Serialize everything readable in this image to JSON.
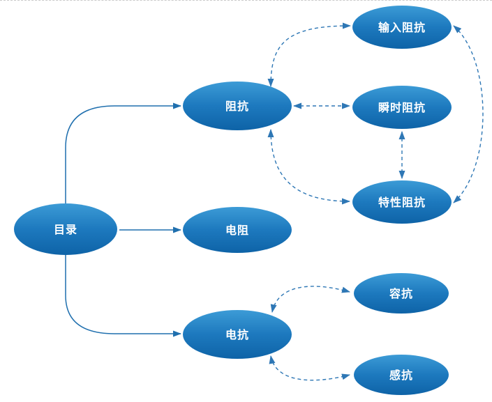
{
  "diagram": {
    "type": "mindmap",
    "nodes": [
      {
        "id": "catalog",
        "label": "目录"
      },
      {
        "id": "impedance",
        "label": "阻抗"
      },
      {
        "id": "resistance",
        "label": "电阻"
      },
      {
        "id": "reactance",
        "label": "电抗"
      },
      {
        "id": "input-impedance",
        "label": "输入阻抗"
      },
      {
        "id": "transient-impedance",
        "label": "瞬时阻抗"
      },
      {
        "id": "characteristic-impedance",
        "label": "特性阻抗"
      },
      {
        "id": "capacitive-reactance",
        "label": "容抗"
      },
      {
        "id": "inductive-reactance",
        "label": "感抗"
      }
    ],
    "edges": {
      "solid": [
        {
          "from": "目录",
          "to": "阻抗",
          "arrow": "single"
        },
        {
          "from": "目录",
          "to": "电阻",
          "arrow": "single"
        },
        {
          "from": "目录",
          "to": "电抗",
          "arrow": "single"
        }
      ],
      "dashed": [
        {
          "from": "阻抗",
          "to": "输入阻抗",
          "arrow": "double"
        },
        {
          "from": "阻抗",
          "to": "瞬时阻抗",
          "arrow": "double"
        },
        {
          "from": "阻抗",
          "to": "特性阻抗",
          "arrow": "double"
        },
        {
          "from": "瞬时阻抗",
          "to": "特性阻抗",
          "arrow": "double"
        },
        {
          "from": "输入阻抗",
          "to": "特性阻抗",
          "arrow": "double"
        },
        {
          "from": "电抗",
          "to": "容抗",
          "arrow": "double"
        },
        {
          "from": "电抗",
          "to": "感抗",
          "arrow": "double"
        }
      ]
    },
    "colors": {
      "background": "#ffffff",
      "top_border": "#c9c9c9",
      "node_gradient_top": "#3c9bd6",
      "node_gradient_mid": "#1d79be",
      "node_gradient_bottom": "#0e63a7",
      "node_text": "#ffffff",
      "solid_edge": "#1f6fae",
      "dashed_edge": "#2e77b5"
    }
  }
}
